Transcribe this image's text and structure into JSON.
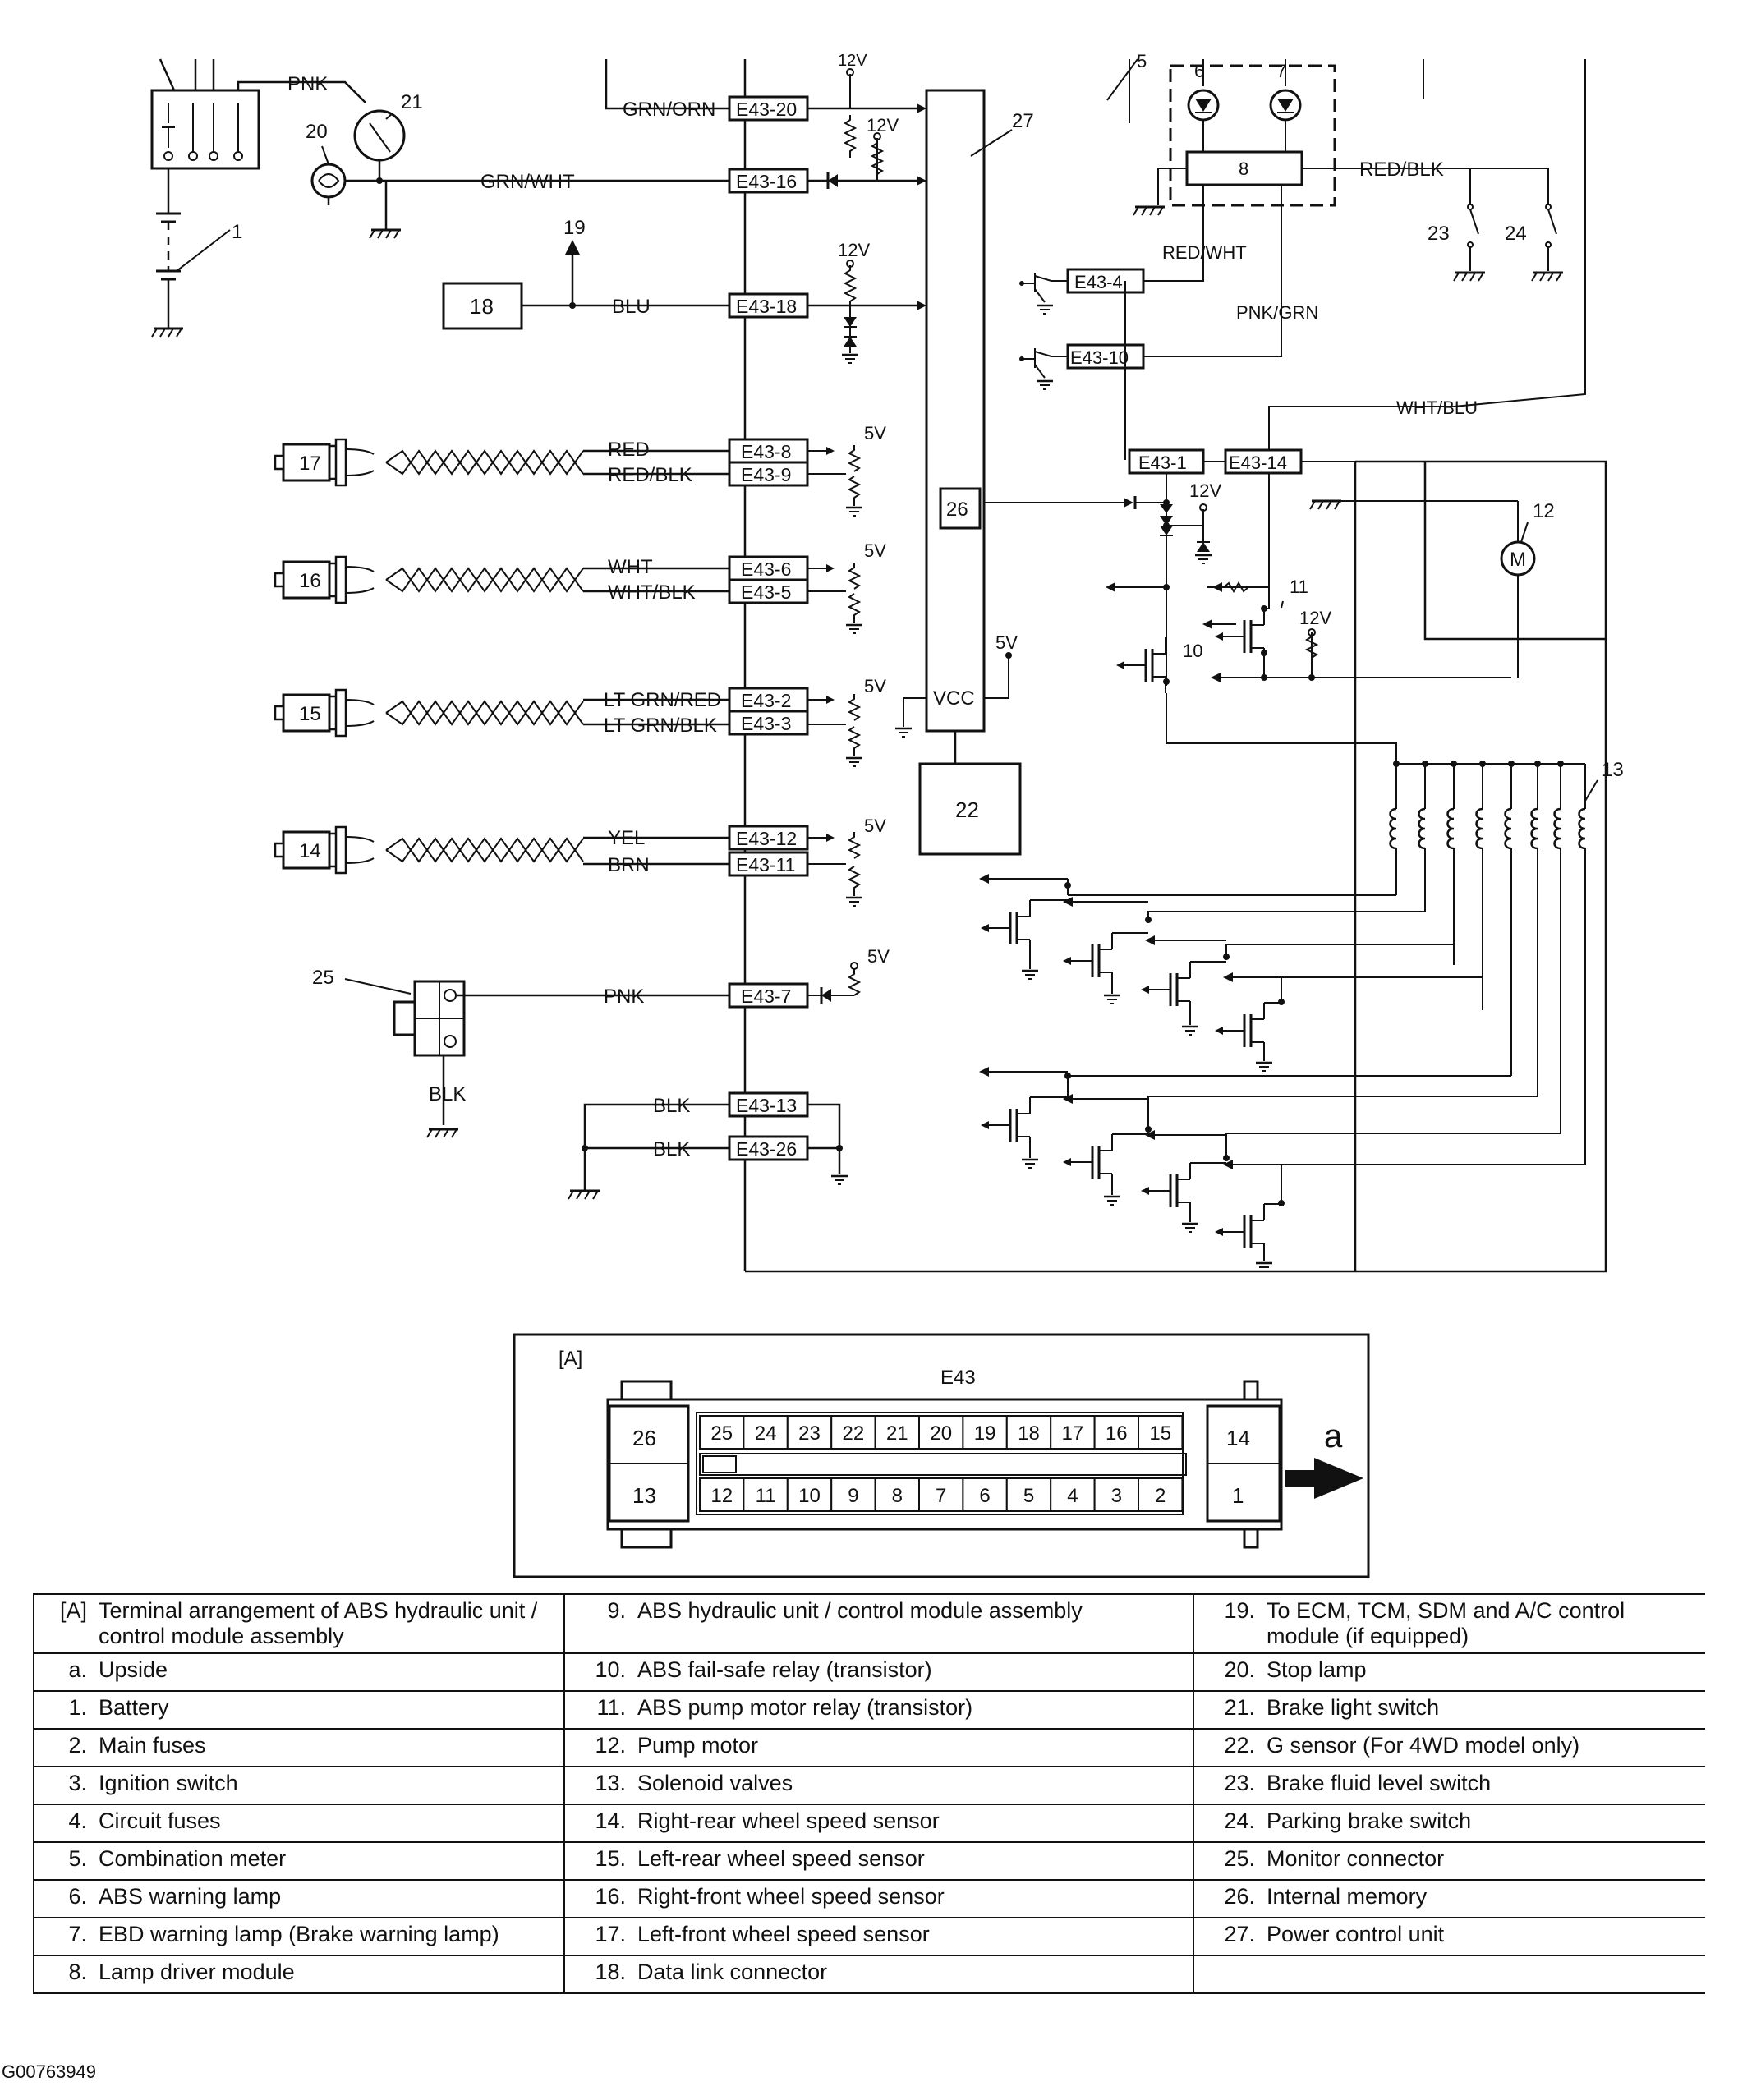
{
  "wires": {
    "pnk_top": "PNK",
    "grn_orn": "GRN/ORN",
    "grn_wht": "GRN/WHT",
    "blu": "BLU",
    "red": "RED",
    "red_blk": "RED/BLK",
    "wht": "WHT",
    "wht_blk": "WHT/BLK",
    "lt_grn_red": "LT GRN/RED",
    "lt_grn_blk": "LT GRN/BLK",
    "yel": "YEL",
    "brn": "BRN",
    "pnk": "PNK",
    "blk_25": "BLK",
    "blk_13": "BLK",
    "blk_26": "BLK",
    "red_wht": "RED/WHT",
    "pnk_grn": "PNK/GRN",
    "red_blk_right": "RED/BLK",
    "wht_blu": "WHT/BLU"
  },
  "terminals": {
    "t20": "E43-20",
    "t16": "E43-16",
    "t18": "E43-18",
    "t8": "E43-8",
    "t9": "E43-9",
    "t6": "E43-6",
    "t5": "E43-5",
    "t2": "E43-2",
    "t3": "E43-3",
    "t12": "E43-12",
    "t11": "E43-11",
    "t7": "E43-7",
    "t13": "E43-13",
    "t26": "E43-26",
    "t4": "E43-4",
    "t10": "E43-10",
    "t1": "E43-1",
    "t14": "E43-14"
  },
  "voltages": {
    "v12": "12V",
    "v5": "5V"
  },
  "callouts": {
    "c1": "1",
    "c5": "5",
    "c6": "6",
    "c7": "7",
    "c8": "8",
    "c10": "10",
    "c11": "11",
    "c12": "12",
    "c13": "13",
    "c14": "14",
    "c15": "15",
    "c16": "16",
    "c17": "17",
    "c18": "18",
    "c19": "19",
    "c20": "20",
    "c21": "21",
    "c22": "22",
    "c23": "23",
    "c24": "24",
    "c25": "25",
    "c26": "26",
    "c27": "27"
  },
  "module_labels": {
    "vcc": "VCC",
    "motor": "M"
  },
  "connector": {
    "inset_label": "[A]",
    "name": "E43",
    "direction_label": "a",
    "top_row": [
      "25",
      "24",
      "23",
      "22",
      "21",
      "20",
      "19",
      "18",
      "17",
      "16",
      "15"
    ],
    "bottom_row": [
      "12",
      "11",
      "10",
      "9",
      "8",
      "7",
      "6",
      "5",
      "4",
      "3",
      "2"
    ],
    "left_top": "26",
    "left_bottom": "13",
    "right_top": "14",
    "right_bottom": "1"
  },
  "legend": [
    [
      {
        "n": "[A]",
        "t": "Terminal arrangement of ABS hydraulic unit / control module assembly"
      },
      {
        "n": "9.",
        "t": "ABS hydraulic unit / control module assembly"
      },
      {
        "n": "19.",
        "t": "To ECM, TCM, SDM and A/C control module (if equipped)"
      }
    ],
    [
      {
        "n": "a.",
        "t": "Upside"
      },
      {
        "n": "10.",
        "t": "ABS fail-safe relay (transistor)"
      },
      {
        "n": "20.",
        "t": "Stop lamp"
      }
    ],
    [
      {
        "n": "1.",
        "t": "Battery"
      },
      {
        "n": "11.",
        "t": "ABS pump motor relay (transistor)"
      },
      {
        "n": "21.",
        "t": "Brake light switch"
      }
    ],
    [
      {
        "n": "2.",
        "t": "Main fuses"
      },
      {
        "n": "12.",
        "t": "Pump motor"
      },
      {
        "n": "22.",
        "t": "G sensor (For 4WD model only)"
      }
    ],
    [
      {
        "n": "3.",
        "t": "Ignition switch"
      },
      {
        "n": "13.",
        "t": "Solenoid valves"
      },
      {
        "n": "23.",
        "t": "Brake fluid level switch"
      }
    ],
    [
      {
        "n": "4.",
        "t": "Circuit fuses"
      },
      {
        "n": "14.",
        "t": "Right-rear wheel speed sensor"
      },
      {
        "n": "24.",
        "t": "Parking brake switch"
      }
    ],
    [
      {
        "n": "5.",
        "t": "Combination meter"
      },
      {
        "n": "15.",
        "t": "Left-rear wheel speed sensor"
      },
      {
        "n": "25.",
        "t": "Monitor connector"
      }
    ],
    [
      {
        "n": "6.",
        "t": "ABS warning lamp"
      },
      {
        "n": "16.",
        "t": "Right-front wheel speed sensor"
      },
      {
        "n": "26.",
        "t": "Internal memory"
      }
    ],
    [
      {
        "n": "7.",
        "t": "EBD warning lamp (Brake warning lamp)"
      },
      {
        "n": "17.",
        "t": "Left-front wheel speed sensor"
      },
      {
        "n": "27.",
        "t": "Power control unit"
      }
    ],
    [
      {
        "n": "8.",
        "t": "Lamp driver module"
      },
      {
        "n": "18.",
        "t": "Data link connector"
      },
      {
        "n": "",
        "t": ""
      }
    ]
  ],
  "figure_id": "G00763949"
}
